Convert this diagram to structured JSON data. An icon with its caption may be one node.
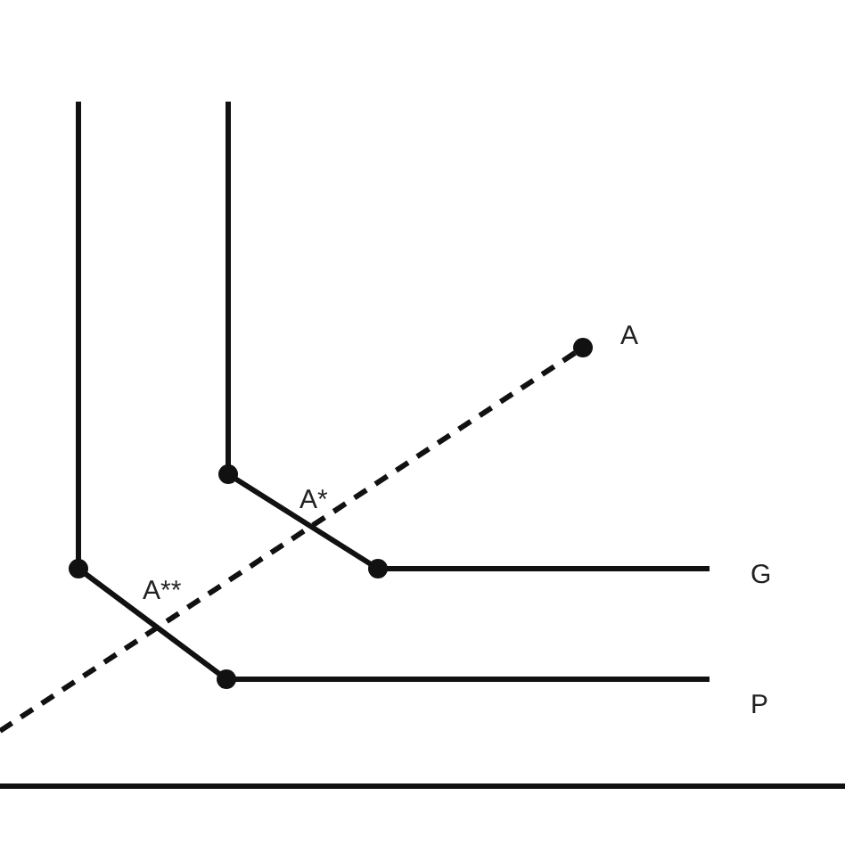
{
  "diagram": {
    "labels": [
      "A",
      "A*",
      "G",
      "A**",
      "P"
    ]
  }
}
